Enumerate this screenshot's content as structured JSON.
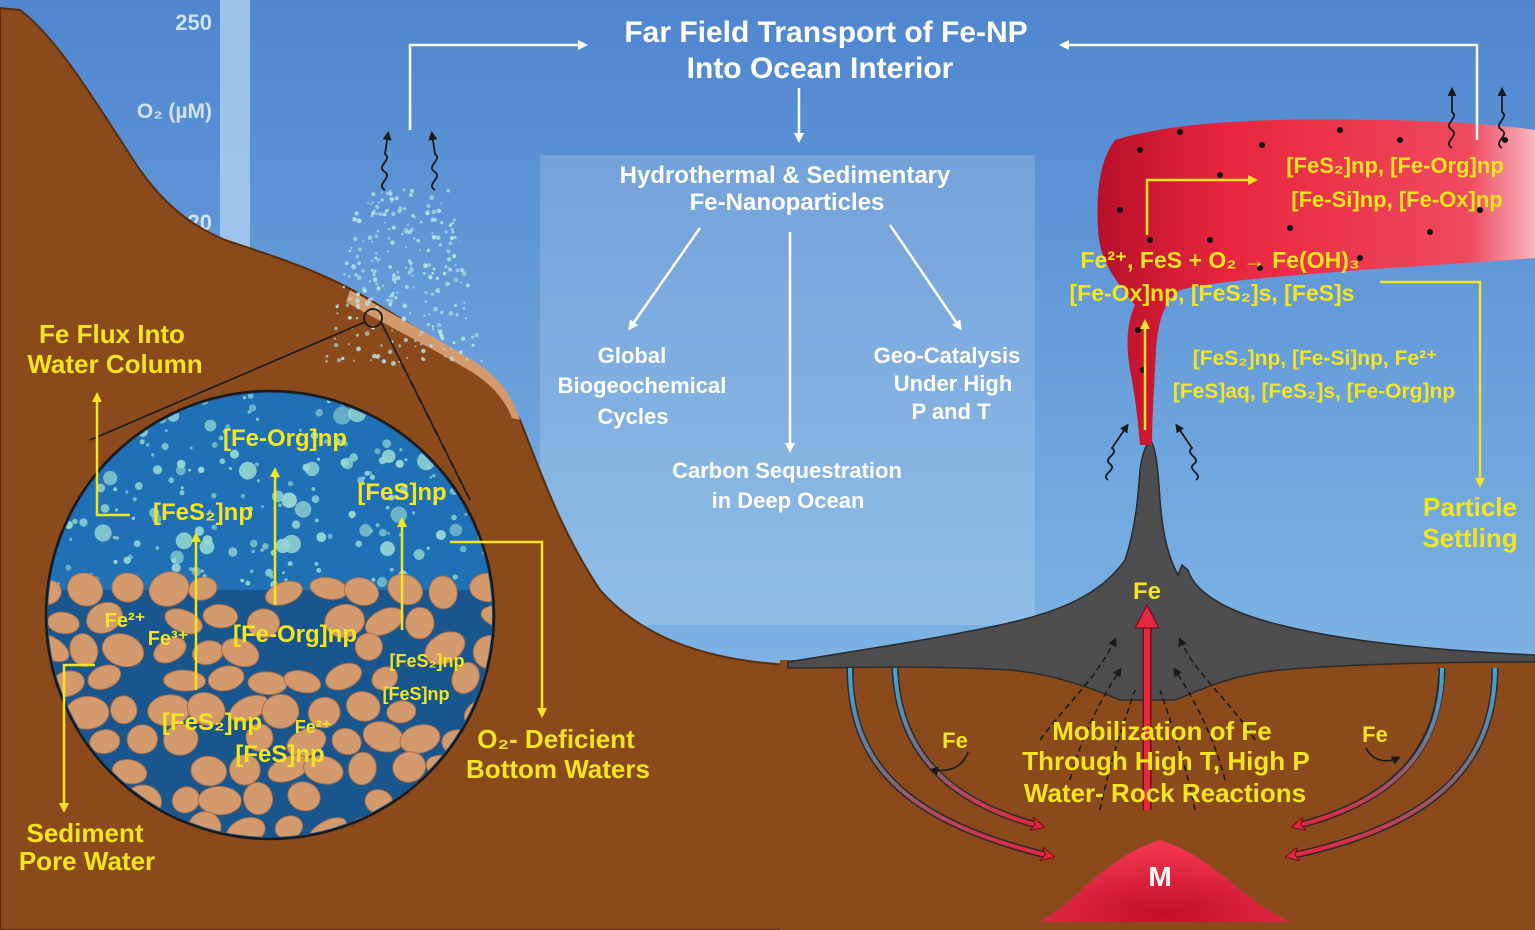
{
  "colors": {
    "ocean_top": "#4f86cf",
    "ocean_bottom": "#8fc6ec",
    "sediment": "#8a4a1c",
    "rock": "#d39a6e",
    "plume": "#e8263f",
    "vent": "#4d4d4f",
    "label_yellow": "#f5e51e",
    "label_white": "#ffffff"
  },
  "o2_scale": {
    "top": "250",
    "unit": "O₂ (µM)",
    "bottom": "< 20"
  },
  "title": {
    "line1": "Far Field Transport of Fe-NP",
    "line2": "Into Ocean Interior"
  },
  "center_box": {
    "line1": "Hydrothermal & Sedimentary",
    "line2": "Fe-Nanoparticles"
  },
  "outcomes": {
    "global": [
      "Global",
      "Biogeochemical",
      "Cycles"
    ],
    "carbon": [
      "Carbon Sequestration",
      "in Deep Ocean"
    ],
    "catalysis": [
      "Geo-Catalysis",
      "Under High",
      "P and T"
    ]
  },
  "left": {
    "flux": [
      "Fe Flux Into",
      "Water Column"
    ],
    "pore": [
      "Sediment",
      "Pore Water"
    ],
    "o2def": [
      "O₂- Deficient",
      "Bottom Waters"
    ]
  },
  "zoom": {
    "fe_org_top": "[Fe-Org]np",
    "fes2_top": "[FeS₂]np",
    "fes_top": "[FeS]np",
    "fe2": "Fe²⁺",
    "fe3": "Fe³⁺",
    "fe_org_mid": "[Fe-Org]np",
    "fes2_right": "[FeS₂]np",
    "fes_right": "[FeS]np",
    "fes2_bottom": "[FeS₂]np",
    "fe2_bottom": "Fe²⁺",
    "fes_bottom": "[FeS]np"
  },
  "plume": {
    "species1": "[FeS₂]np, [Fe-Org]np",
    "species2": "[Fe-Si]np, [Fe-Ox]np",
    "reaction": "Fe²⁺, FeS + O₂ → Fe(OH)₃",
    "products": "[Fe-Ox]np, [FeS₂]s, [FeS]s",
    "rising1": "[FeS₂]np, [Fe-Si]np, Fe²⁺",
    "rising2": "[FeS]aq, [FeS₂]s, [Fe-Org]np",
    "settling": [
      "Particle",
      "Settling"
    ]
  },
  "vent": {
    "fe_label": "Fe",
    "mobilization": [
      "Mobilization of Fe",
      "Through High T, High P",
      "Water- Rock Reactions"
    ],
    "fe_left": "Fe",
    "fe_right": "Fe",
    "magma": "M"
  }
}
